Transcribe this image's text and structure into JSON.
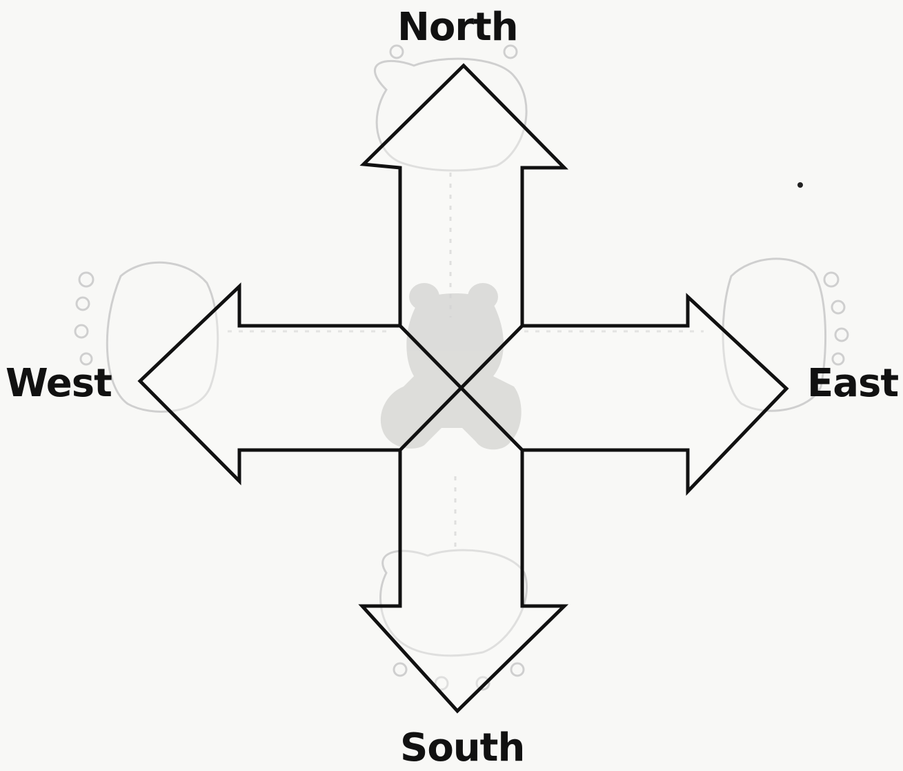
{
  "labels": {
    "north": "North",
    "south": "South",
    "east": "East",
    "west": "West"
  },
  "colors": {
    "background": "#f8f8f6",
    "arrow_outline": "#111111",
    "arrow_fill": "#fbfbf9",
    "faint_trace": "#c8c8c8",
    "center_figure": "#b5b5b3"
  }
}
